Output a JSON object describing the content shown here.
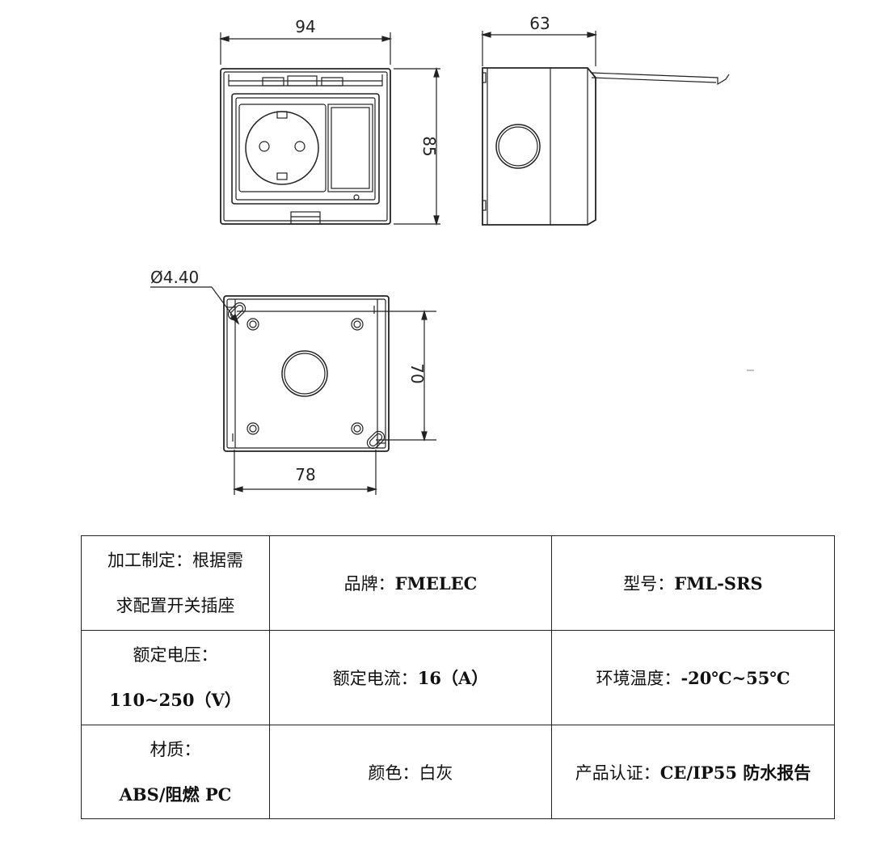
{
  "dimensions": {
    "front_width": "94",
    "side_depth": "63",
    "front_height": "85",
    "hole_diameter": "Ø4.40",
    "hole_spacing": "70",
    "back_width": "78"
  },
  "specs": {
    "rows": [
      [
        {
          "label": "加工制定：根据需",
          "value": "",
          "line2_label": "求配置开关插座",
          "line2_value": ""
        },
        {
          "label": "品牌：",
          "value": "FMELEC"
        },
        {
          "label": "型号：",
          "value": "FML-SRS"
        }
      ],
      [
        {
          "label": "额定电压：",
          "value": "",
          "line2_label": "",
          "line2_value": "110~250（V）"
        },
        {
          "label": "额定电流：",
          "value": "16（A）"
        },
        {
          "label": "环境温度：",
          "value": "-20℃~55℃"
        }
      ],
      [
        {
          "label": "材质：",
          "value": "",
          "line2_label": "",
          "line2_value": "ABS/阻燃 PC"
        },
        {
          "label": "颜色：",
          "value": "白灰"
        },
        {
          "label": "产品认证：",
          "value": "CE/IP55 防水报告"
        }
      ]
    ]
  },
  "colors": {
    "line": "#222222",
    "background": "#ffffff"
  }
}
